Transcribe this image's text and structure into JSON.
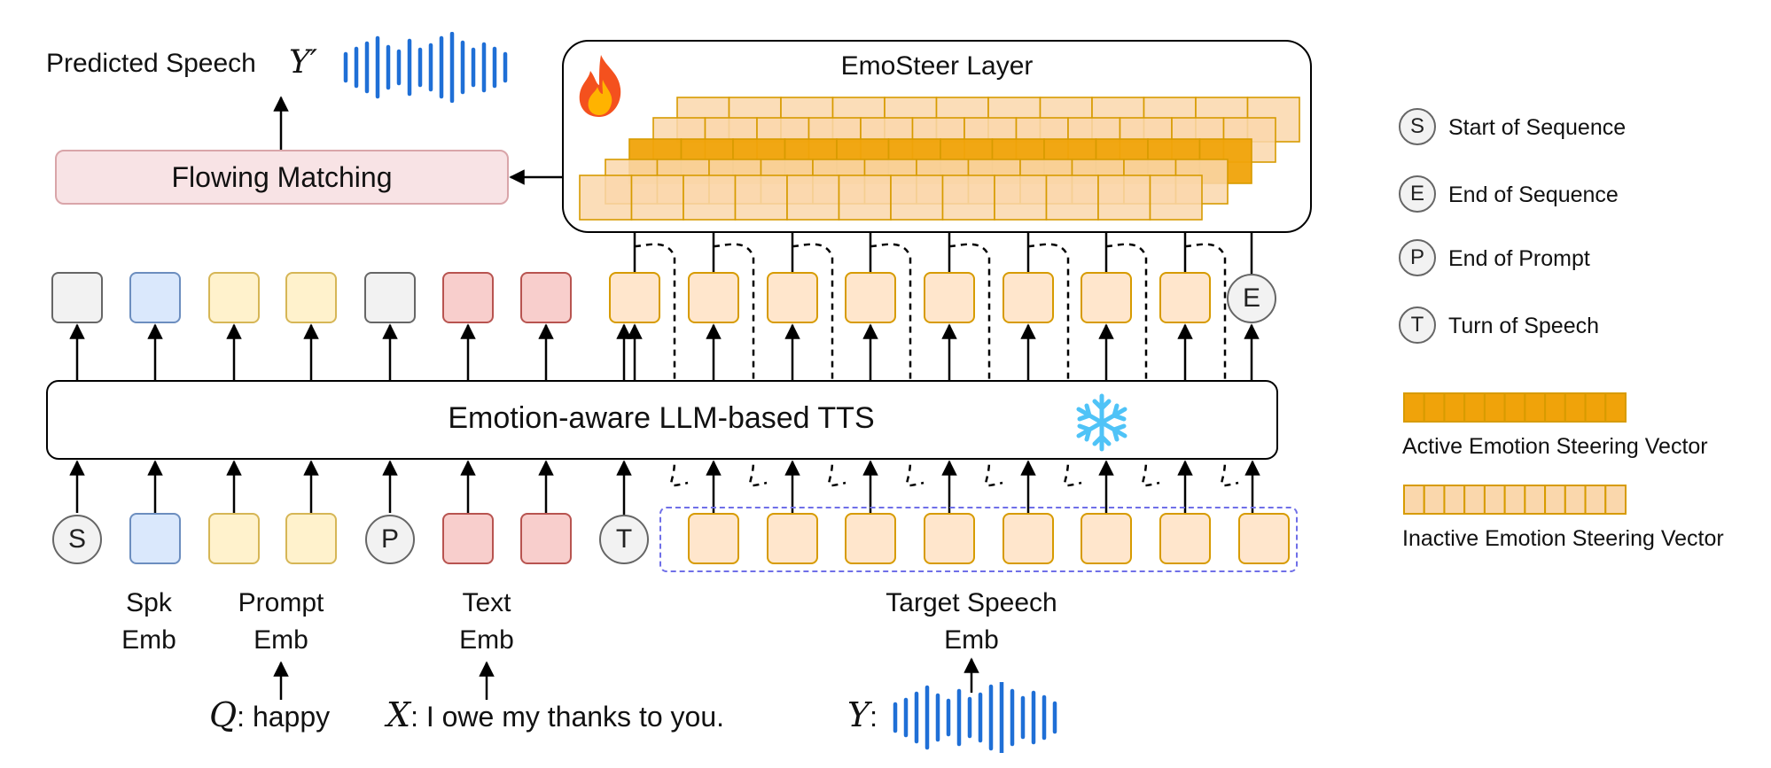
{
  "output": {
    "label": "Predicted Speech",
    "symbol": "Y′"
  },
  "flow_matching": {
    "label": "Flowing Matching"
  },
  "emosteer": {
    "title": "EmoSteer Layer"
  },
  "llm": {
    "label": "Emotion-aware LLM-based TTS"
  },
  "tokens": {
    "start": "S",
    "prompt_end": "P",
    "turn": "T",
    "end": "E"
  },
  "input_labels": {
    "spk": [
      "Spk",
      "Emb"
    ],
    "prompt": [
      "Prompt",
      "Emb"
    ],
    "text": [
      "Text",
      "Emb"
    ],
    "target": [
      "Target Speech",
      "Emb"
    ]
  },
  "inputs": {
    "q_symbol": "Q",
    "q_text": ": happy",
    "x_symbol": "X",
    "x_text": ": I owe my thanks to you.",
    "y_symbol": "Y",
    "y_text": ":"
  },
  "legend": {
    "start": {
      "letter": "S",
      "label": "Start of Sequence"
    },
    "end": {
      "letter": "E",
      "label": "End of Sequence"
    },
    "prompt": {
      "letter": "P",
      "label": "End of Prompt"
    },
    "turn": {
      "letter": "T",
      "label": "Turn of Speech"
    },
    "active": "Active Emotion Steering Vector",
    "inactive": "Inactive Emotion Steering Vector"
  },
  "colors": {
    "gray_fill": "#f2f2f2",
    "gray_stroke": "#666666",
    "blue_fill": "#dae8fc",
    "blue_stroke": "#6c8ebf",
    "yellow_fill": "#fff2cc",
    "yellow_stroke": "#d6b656",
    "red_fill": "#f8cecc",
    "red_stroke": "#b85450",
    "orange_fill": "#ffe6cc",
    "orange_stroke": "#d79b00",
    "active_fill": "#f0a30a",
    "inactive_fill": "#fad7ac",
    "pink_fill": "#f8e3e5",
    "pink_stroke": "#d9a5a9",
    "wave": "#1f6fd6",
    "dashed_box": "#6f6fe8"
  },
  "icons": {
    "fire": "fire-icon",
    "snowflake": "snowflake-icon",
    "waveform": "waveform-icon"
  }
}
